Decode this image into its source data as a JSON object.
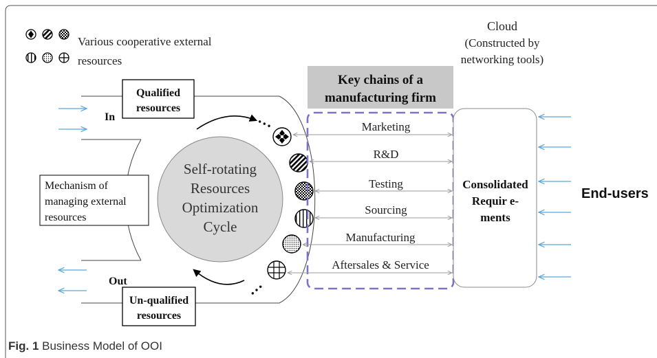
{
  "legend": {
    "line1": "Various cooperative external",
    "line2": "resources"
  },
  "cloud": {
    "title": "Cloud",
    "sub1": "(Constructed by",
    "sub2": "networking tools)"
  },
  "key_chains": {
    "line1": "Key chains of a",
    "line2": "manufacturing firm"
  },
  "chains": [
    "Marketing",
    "R&D",
    "Testing",
    "Sourcing",
    "Manufacturing",
    "Aftersales & Service"
  ],
  "qualified": {
    "line1": "Qualified",
    "line2": "resources"
  },
  "unqualified": {
    "line1": "Un-qualified",
    "line2": "resources"
  },
  "in_label": "In",
  "out_label": "Out",
  "ellipsis": "…",
  "mechanism": {
    "line1": "Mechanism of",
    "line2": "managing external",
    "line3": "resources"
  },
  "cycle": {
    "line1": "Self-rotating",
    "line2": "Resources",
    "line3": "Optimization",
    "line4": "Cycle"
  },
  "consolidated": {
    "line1": "Consolidated",
    "line2": "Requir e-",
    "line3": "ments"
  },
  "end_users": "End-users",
  "caption": {
    "label": "Fig. 1",
    "text": " Business Model of OOI"
  },
  "colors": {
    "arrow_blue": "#5aa7d6",
    "dash_purple": "#7a74c6",
    "key_box_gray": "#c8c8c8",
    "circle_gray": "#d9d9d9"
  }
}
